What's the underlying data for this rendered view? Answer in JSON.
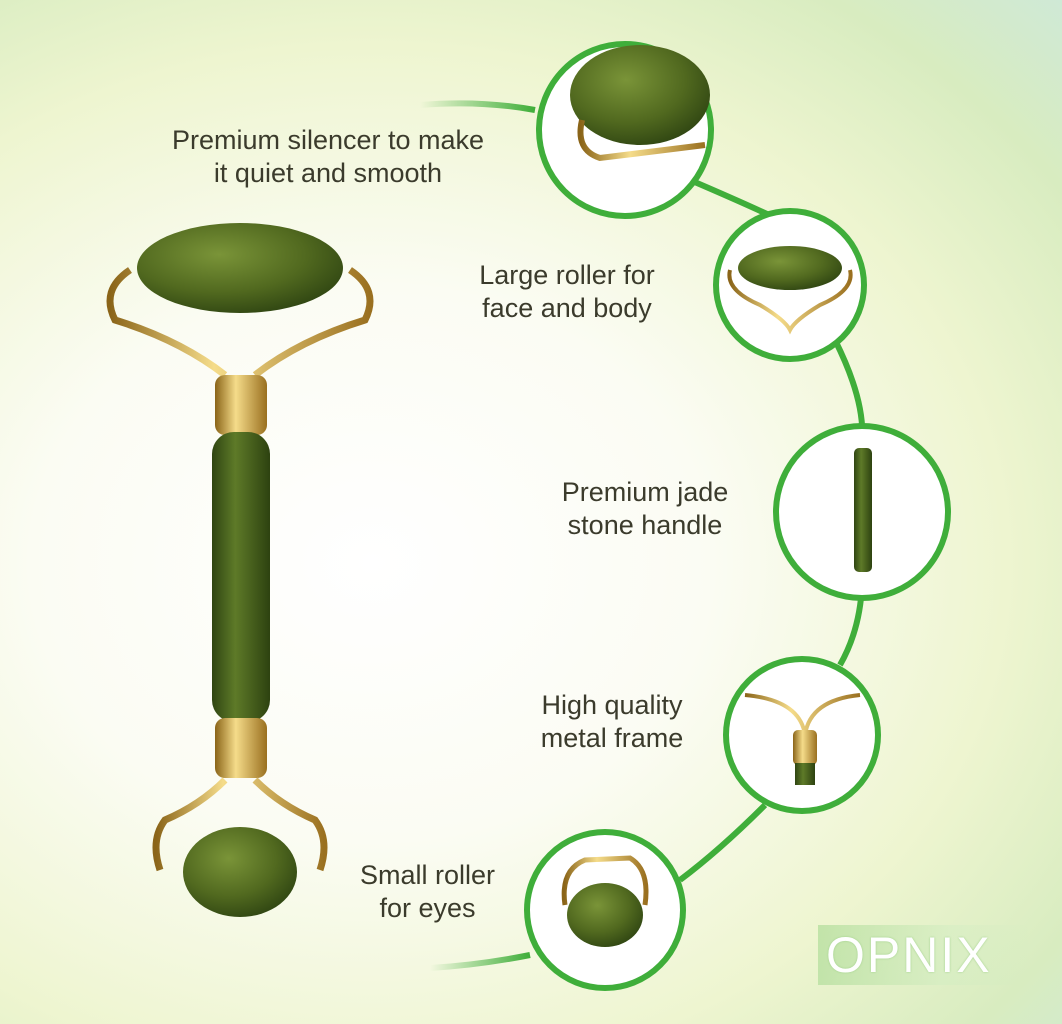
{
  "features": [
    {
      "line1": "Premium silencer to make",
      "line2": "it quiet and smooth",
      "icon": "silencer-closeup"
    },
    {
      "line1": "Large roller for",
      "line2": "face and body",
      "icon": "large-roller-closeup"
    },
    {
      "line1": "Premium jade",
      "line2": "stone handle",
      "icon": "handle-closeup"
    },
    {
      "line1": "High quality",
      "line2": "metal frame",
      "icon": "frame-closeup"
    },
    {
      "line1": "Small roller",
      "line2": "for eyes",
      "icon": "small-roller-closeup"
    }
  ],
  "brand": {
    "logo_text": "OPNIX"
  },
  "colors": {
    "accent": "#3fae3a",
    "jade": "#4f6b22",
    "gold": "#c9a23a",
    "text": "#3b3b2c"
  }
}
